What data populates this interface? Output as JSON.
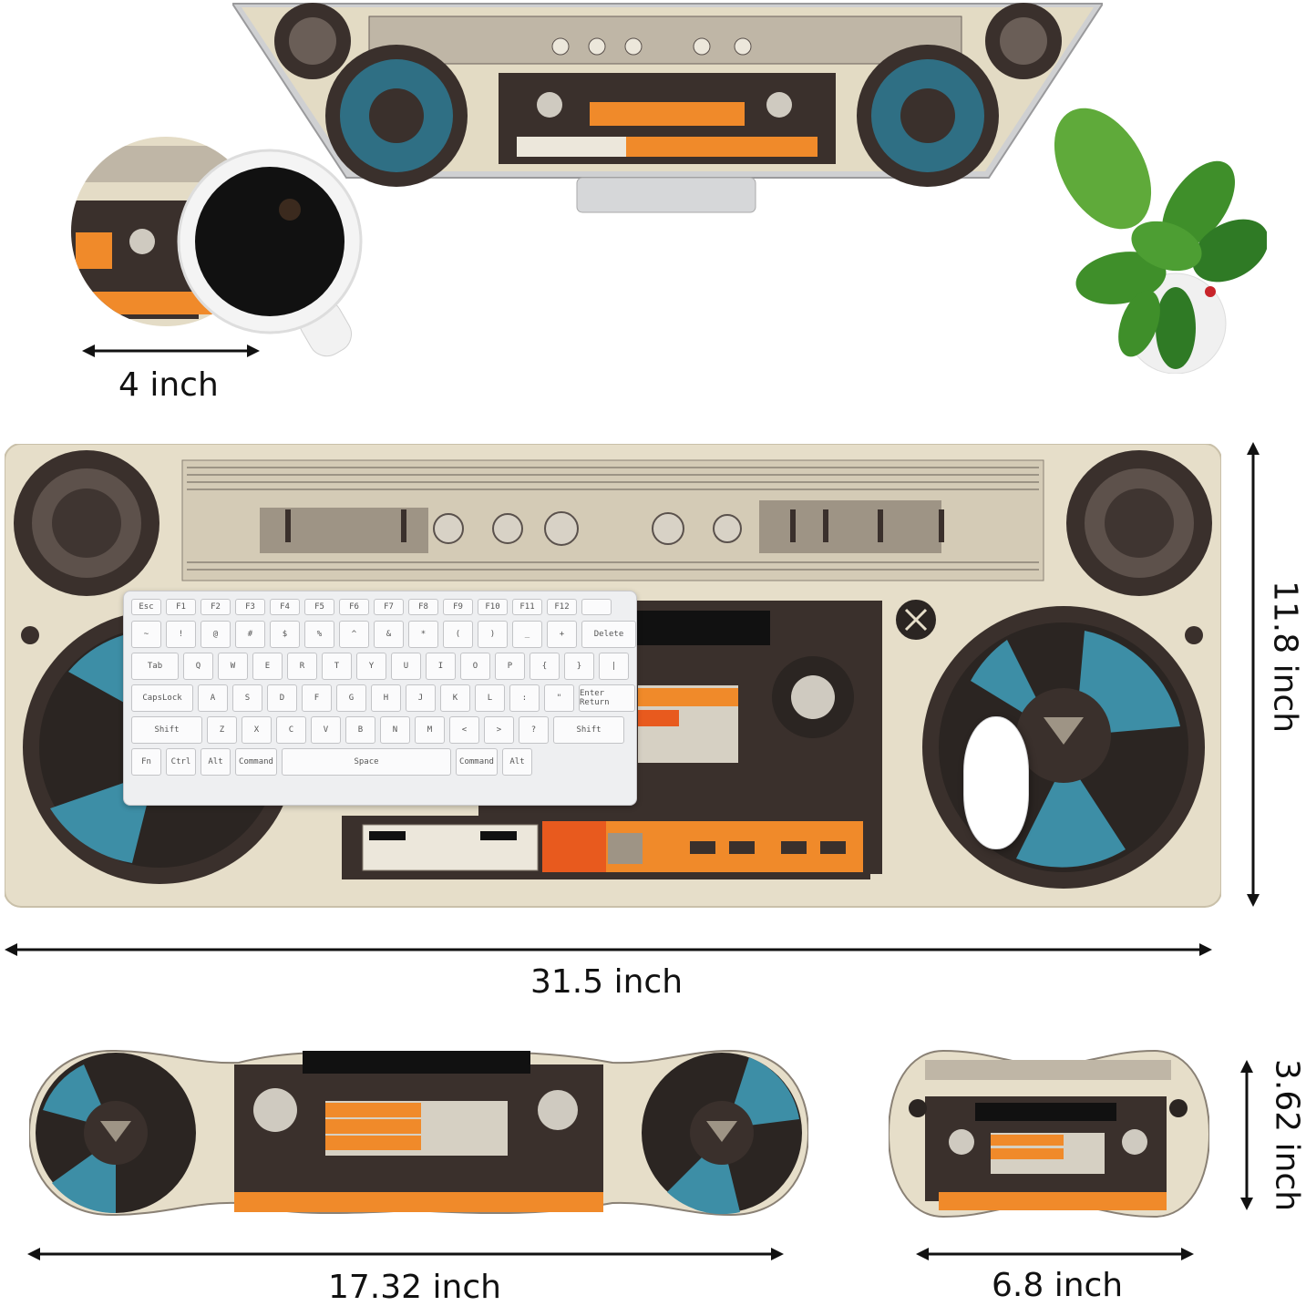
{
  "dimensions": {
    "coaster": "4 inch",
    "mat_height": "11.8 inch",
    "mat_width": "31.5 inch",
    "wrist_rest_width": "17.32 inch",
    "mouse_rest_height": "3.62 inch",
    "mouse_rest_width": "6.8 inch"
  },
  "keyboard": {
    "row1": [
      "Esc",
      "F1",
      "F2",
      "F3",
      "F4",
      "F5",
      "F6",
      "F7",
      "F8",
      "F9",
      "F10",
      "F11",
      "F12",
      ""
    ],
    "row2": [
      "~",
      "!",
      "@",
      "#",
      "$",
      "%",
      "^",
      "&",
      "*",
      "(",
      ")",
      "_",
      "+",
      "Delete"
    ],
    "row3": [
      "Tab",
      "Q",
      "W",
      "E",
      "R",
      "T",
      "Y",
      "U",
      "I",
      "O",
      "P",
      "{",
      "}",
      "|"
    ],
    "row4": [
      "CapsLock",
      "A",
      "S",
      "D",
      "F",
      "G",
      "H",
      "J",
      "K",
      "L",
      ":",
      "\"",
      "Enter Return"
    ],
    "row5": [
      "Shift",
      "Z",
      "X",
      "C",
      "V",
      "B",
      "N",
      "M",
      "<",
      ">",
      "?",
      "Shift"
    ],
    "row6": [
      "Fn",
      "Ctrl",
      "Alt",
      "Command",
      "Space",
      "Command",
      "Alt"
    ]
  },
  "colors": {
    "cream": "#e4dcc6",
    "dark": "#3a302c",
    "orange": "#f08a2a",
    "teal": "#3d8ea6",
    "speaker": "#5a4e48"
  }
}
